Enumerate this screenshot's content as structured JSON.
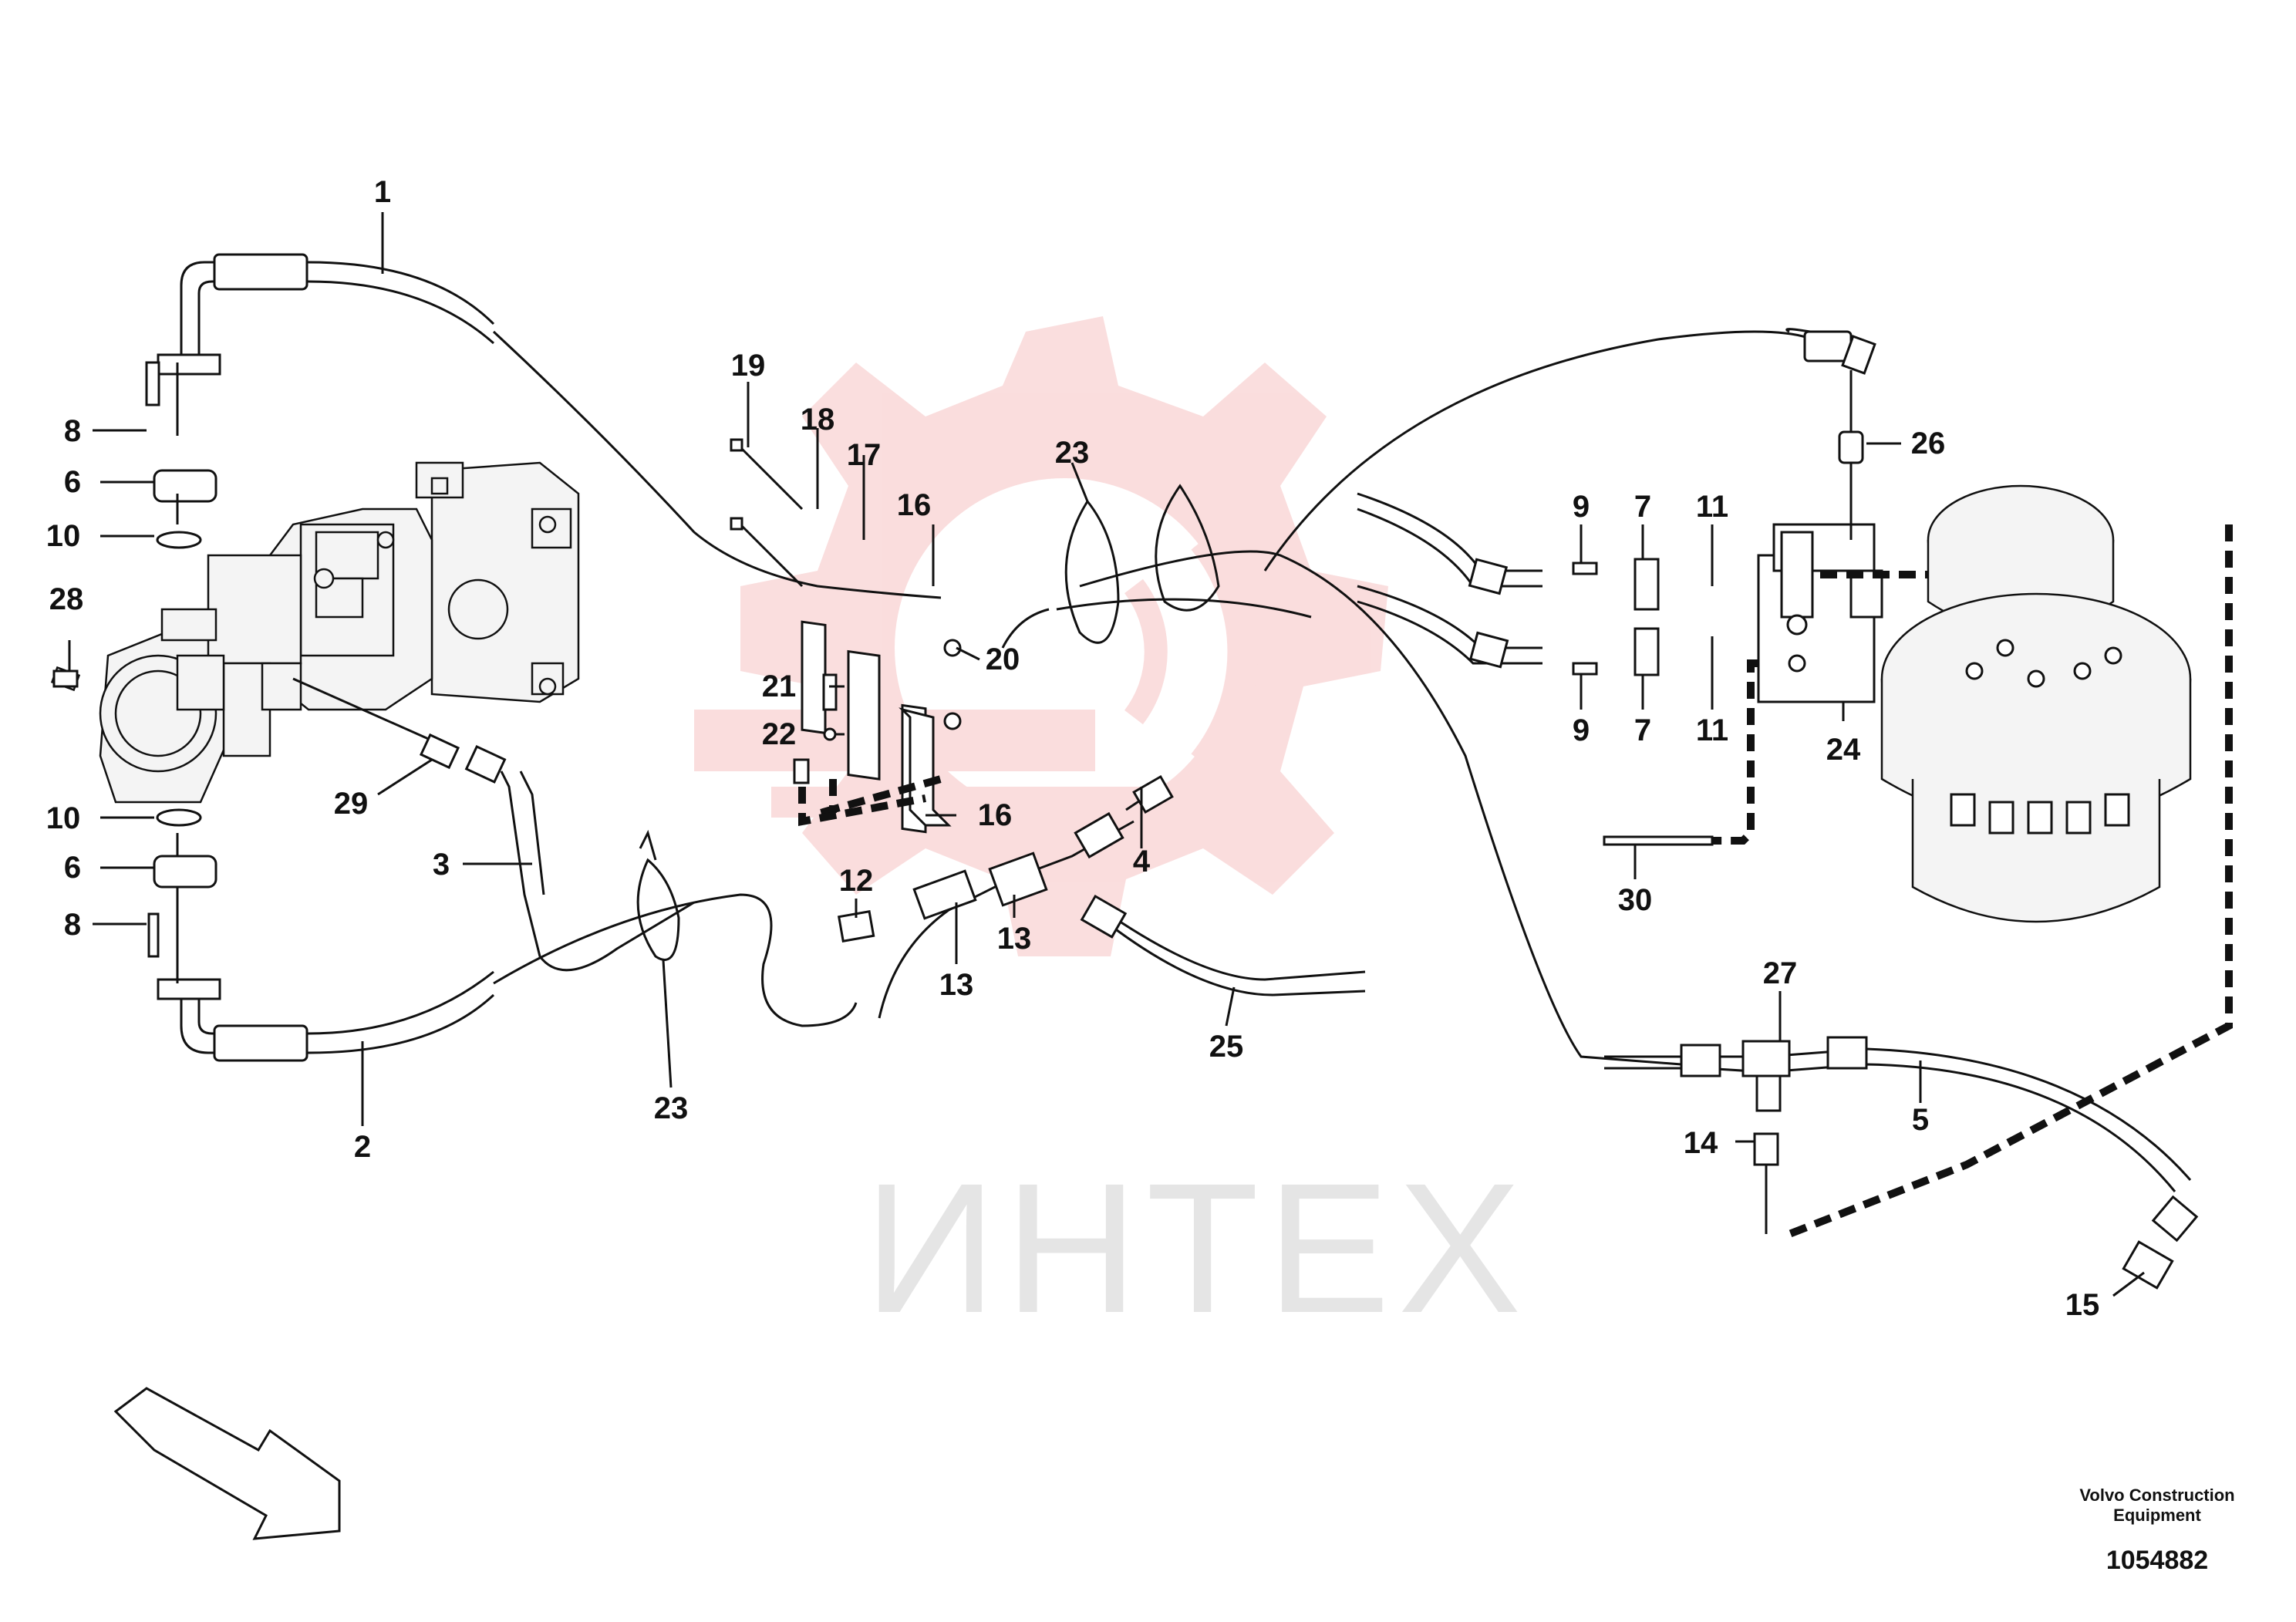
{
  "callouts": [
    {
      "id": "c1",
      "text": "1"
    },
    {
      "id": "c2",
      "text": "2"
    },
    {
      "id": "c3",
      "text": "3"
    },
    {
      "id": "c4",
      "text": "4"
    },
    {
      "id": "c5",
      "text": "5"
    },
    {
      "id": "c6a",
      "text": "6"
    },
    {
      "id": "c6b",
      "text": "6"
    },
    {
      "id": "c7a",
      "text": "7"
    },
    {
      "id": "c7b",
      "text": "7"
    },
    {
      "id": "c8a",
      "text": "8"
    },
    {
      "id": "c8b",
      "text": "8"
    },
    {
      "id": "c9a",
      "text": "9"
    },
    {
      "id": "c9b",
      "text": "9"
    },
    {
      "id": "c10a",
      "text": "10"
    },
    {
      "id": "c10b",
      "text": "10"
    },
    {
      "id": "c11a",
      "text": "11"
    },
    {
      "id": "c11b",
      "text": "11"
    },
    {
      "id": "c12",
      "text": "12"
    },
    {
      "id": "c13a",
      "text": "13"
    },
    {
      "id": "c13b",
      "text": "13"
    },
    {
      "id": "c14",
      "text": "14"
    },
    {
      "id": "c15",
      "text": "15"
    },
    {
      "id": "c16a",
      "text": "16"
    },
    {
      "id": "c16b",
      "text": "16"
    },
    {
      "id": "c17",
      "text": "17"
    },
    {
      "id": "c18",
      "text": "18"
    },
    {
      "id": "c19",
      "text": "19"
    },
    {
      "id": "c20",
      "text": "20"
    },
    {
      "id": "c21",
      "text": "21"
    },
    {
      "id": "c22",
      "text": "22"
    },
    {
      "id": "c23a",
      "text": "23"
    },
    {
      "id": "c23b",
      "text": "23"
    },
    {
      "id": "c24",
      "text": "24"
    },
    {
      "id": "c25",
      "text": "25"
    },
    {
      "id": "c26",
      "text": "26"
    },
    {
      "id": "c27",
      "text": "27"
    },
    {
      "id": "c28",
      "text": "28"
    },
    {
      "id": "c29",
      "text": "29"
    },
    {
      "id": "c30",
      "text": "30"
    }
  ],
  "footer": {
    "maker_line1": "Volvo Construction",
    "maker_line2": "Equipment",
    "doc_number": "1054882"
  },
  "watermark": {
    "text": "ИНТЕХ",
    "color": "#f2b8b8"
  },
  "colors": {
    "line": "#111111",
    "watermark_gray": "#a0a0a0"
  }
}
